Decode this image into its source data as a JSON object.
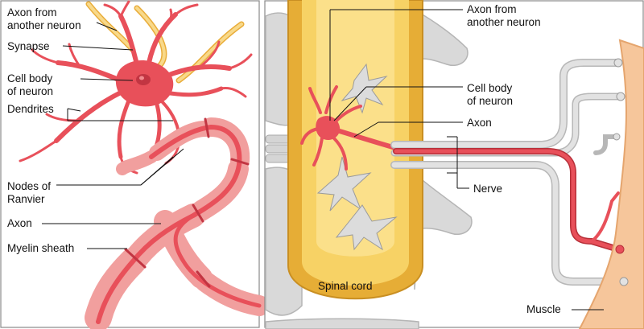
{
  "left_panel": {
    "labels": {
      "axon_other": "Axon from\nanother neuron",
      "synapse": "Synapse",
      "cell_body": "Cell body\nof neuron",
      "dendrites": "Dendrites",
      "nodes": "Nodes of\nRanvier",
      "axon": "Axon",
      "myelin": "Myelin sheath"
    }
  },
  "right_panel": {
    "labels": {
      "axon_other": "Axon from\nanother neuron",
      "cell_body": "Cell body\nof neuron",
      "axon": "Axon",
      "nerve": "Nerve",
      "spinal_cord": "Spinal cord",
      "muscle": "Muscle"
    }
  },
  "colors": {
    "neuron_red": "#e8505a",
    "myelin_pink": "#f5a7a5",
    "axon_yellow": "#f2c14e",
    "spinal_yellow": "#f5c84a",
    "bone_gray": "#d8d8d8",
    "muscle_peach": "#f6c89f",
    "panel_border": "#888888"
  }
}
